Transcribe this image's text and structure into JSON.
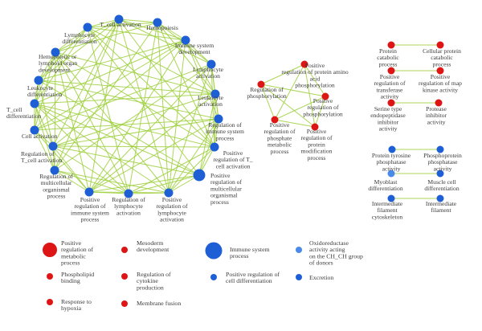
{
  "colors": {
    "edge": "#9ccf3a",
    "blue": "#1f5fd6",
    "lightblue": "#4a8ae8",
    "red": "#dd1515"
  },
  "clusters": [
    {
      "name": "immune",
      "nodes": [
        {
          "id": "tcell_act",
          "label": [
            "T_cell activation"
          ],
          "color": "blue"
        },
        {
          "id": "hemopoiesis",
          "label": [
            "Hemopoiesis"
          ],
          "color": "blue"
        },
        {
          "id": "immune_dev",
          "label": [
            "Immune system",
            "development"
          ],
          "color": "blue"
        },
        {
          "id": "lymph_act",
          "label": [
            "Lymphocyte",
            "activation"
          ],
          "color": "blue"
        },
        {
          "id": "leuk_act",
          "label": [
            "Leukocyte",
            "activation"
          ],
          "color": "blue"
        },
        {
          "id": "reg_immune_proc",
          "label": [
            "Regulation of",
            "immune system",
            "process"
          ],
          "color": "blue"
        },
        {
          "id": "pos_reg_tcell",
          "label": [
            "Positive",
            "regulation of T_",
            "cell activation"
          ],
          "color": "blue"
        },
        {
          "id": "pos_reg_multi",
          "label": [
            "Positive",
            "regulation of",
            "multicellular",
            "organismal",
            "process"
          ],
          "color": "blue"
        },
        {
          "id": "pos_reg_lymph_act",
          "label": [
            "Positive",
            "regulation of",
            "lymphocyte",
            "activation"
          ],
          "color": "blue"
        },
        {
          "id": "reg_lymph_act",
          "label": [
            "Regulation of",
            "lymphocyte",
            "activation"
          ],
          "color": "blue"
        },
        {
          "id": "pos_reg_immune",
          "label": [
            "Positive",
            "regulation of",
            "immune system",
            "process"
          ],
          "color": "blue"
        },
        {
          "id": "reg_multi",
          "label": [
            "Regulation of",
            "multicellular",
            "organismal",
            "process"
          ],
          "color": "blue"
        },
        {
          "id": "reg_tcell",
          "label": [
            "Regulation of",
            "T_cell activation"
          ],
          "color": "blue"
        },
        {
          "id": "cell_act",
          "label": [
            "Cell activation"
          ],
          "color": "blue"
        },
        {
          "id": "tcell_diff",
          "label": [
            "T_cell",
            "differentiation"
          ],
          "color": "blue"
        },
        {
          "id": "leuk_diff",
          "label": [
            "Leukocyte",
            "differentiation"
          ],
          "color": "blue"
        },
        {
          "id": "hemo_lymph_dev",
          "label": [
            "Hemopoietic or",
            "lymphoid organ",
            "development"
          ],
          "color": "blue"
        },
        {
          "id": "lymph_diff",
          "label": [
            "Lymphocyte",
            "differentiation"
          ],
          "color": "blue"
        }
      ]
    },
    {
      "name": "phospho",
      "nodes": [
        {
          "id": "reg_phos",
          "label": [
            "Regulation of",
            "phosphorylation"
          ],
          "color": "red"
        },
        {
          "id": "pos_reg_aa_phos",
          "label": [
            "Positive",
            "regulation of protein amino",
            "acid",
            "phosphorylation"
          ],
          "color": "red"
        },
        {
          "id": "pos_reg_phos",
          "label": [
            "Positive",
            "regulation of",
            "phosphorylation"
          ],
          "color": "red"
        },
        {
          "id": "pos_reg_prot_mod",
          "label": [
            "Positive",
            "regulation of",
            "protein",
            "modification",
            "process"
          ],
          "color": "red"
        },
        {
          "id": "pos_reg_phosphate",
          "label": [
            "Positive",
            "regulation of",
            "phosphate",
            "metabolic",
            "process"
          ],
          "color": "red"
        }
      ]
    },
    {
      "name": "catabolic",
      "nodes": [
        {
          "id": "prot_cat",
          "label": [
            "Protein",
            "catabolic",
            "process"
          ],
          "color": "red"
        },
        {
          "id": "cell_prot_cat",
          "label": [
            "Cellular protein",
            "catabolic",
            "process"
          ],
          "color": "red"
        },
        {
          "id": "pos_reg_transf",
          "label": [
            "Positive",
            "regulation of",
            "transferase",
            "activity"
          ],
          "color": "red"
        },
        {
          "id": "pos_reg_map",
          "label": [
            "Positive",
            "regulation of map",
            "kinase activity"
          ],
          "color": "red"
        },
        {
          "id": "serine",
          "label": [
            "Serine type",
            "endopeptidase",
            "inhibitor",
            "activity"
          ],
          "color": "red"
        },
        {
          "id": "protease",
          "label": [
            "Protease",
            "inhibitor",
            "activity"
          ],
          "color": "red"
        }
      ]
    },
    {
      "name": "muscle",
      "nodes": [
        {
          "id": "ptp",
          "label": [
            "Protein tyrosine",
            "phosphatase",
            "activity"
          ],
          "color": "blue"
        },
        {
          "id": "ppp",
          "label": [
            "Phosphoprotein",
            "phosphatase",
            "activity"
          ],
          "color": "blue"
        },
        {
          "id": "myoblast",
          "label": [
            "Myoblast",
            "differentiation"
          ],
          "color": "lightblue"
        },
        {
          "id": "muscle",
          "label": [
            "Muscle cell",
            "differentiation"
          ],
          "color": "blue"
        },
        {
          "id": "if_cyto",
          "label": [
            "Intermediate",
            "filament",
            "cytoskeleton"
          ],
          "color": "blue"
        },
        {
          "id": "if",
          "label": [
            "Intermediate",
            "filament"
          ],
          "color": "blue"
        }
      ]
    }
  ],
  "legend": [
    {
      "label": [
        "Positive",
        "regulation of",
        "metabolic",
        "process"
      ],
      "color": "red",
      "size": "large"
    },
    {
      "label": [
        "Mesoderm",
        "development"
      ],
      "color": "red",
      "size": "small"
    },
    {
      "label": [
        "Immune system",
        "process"
      ],
      "color": "blue",
      "size": "large"
    },
    {
      "label": [
        "Oxidoreductase",
        "activity acting",
        "on the CH_CH group",
        "of donors"
      ],
      "color": "lightblue",
      "size": "small"
    },
    {
      "label": [
        "Phospholipid",
        "binding"
      ],
      "color": "red",
      "size": "small"
    },
    {
      "label": [
        "Regulation of",
        "cytokine",
        "production"
      ],
      "color": "red",
      "size": "small"
    },
    {
      "label": [
        "Positive regulation of",
        "cell differentiation"
      ],
      "color": "blue",
      "size": "small"
    },
    {
      "label": [
        "Excretion"
      ],
      "color": "blue",
      "size": "small"
    },
    {
      "label": [
        "Response to",
        "hypoxia"
      ],
      "color": "red",
      "size": "small"
    },
    {
      "label": [
        "Membrane fusion"
      ],
      "color": "red",
      "size": "small"
    }
  ]
}
